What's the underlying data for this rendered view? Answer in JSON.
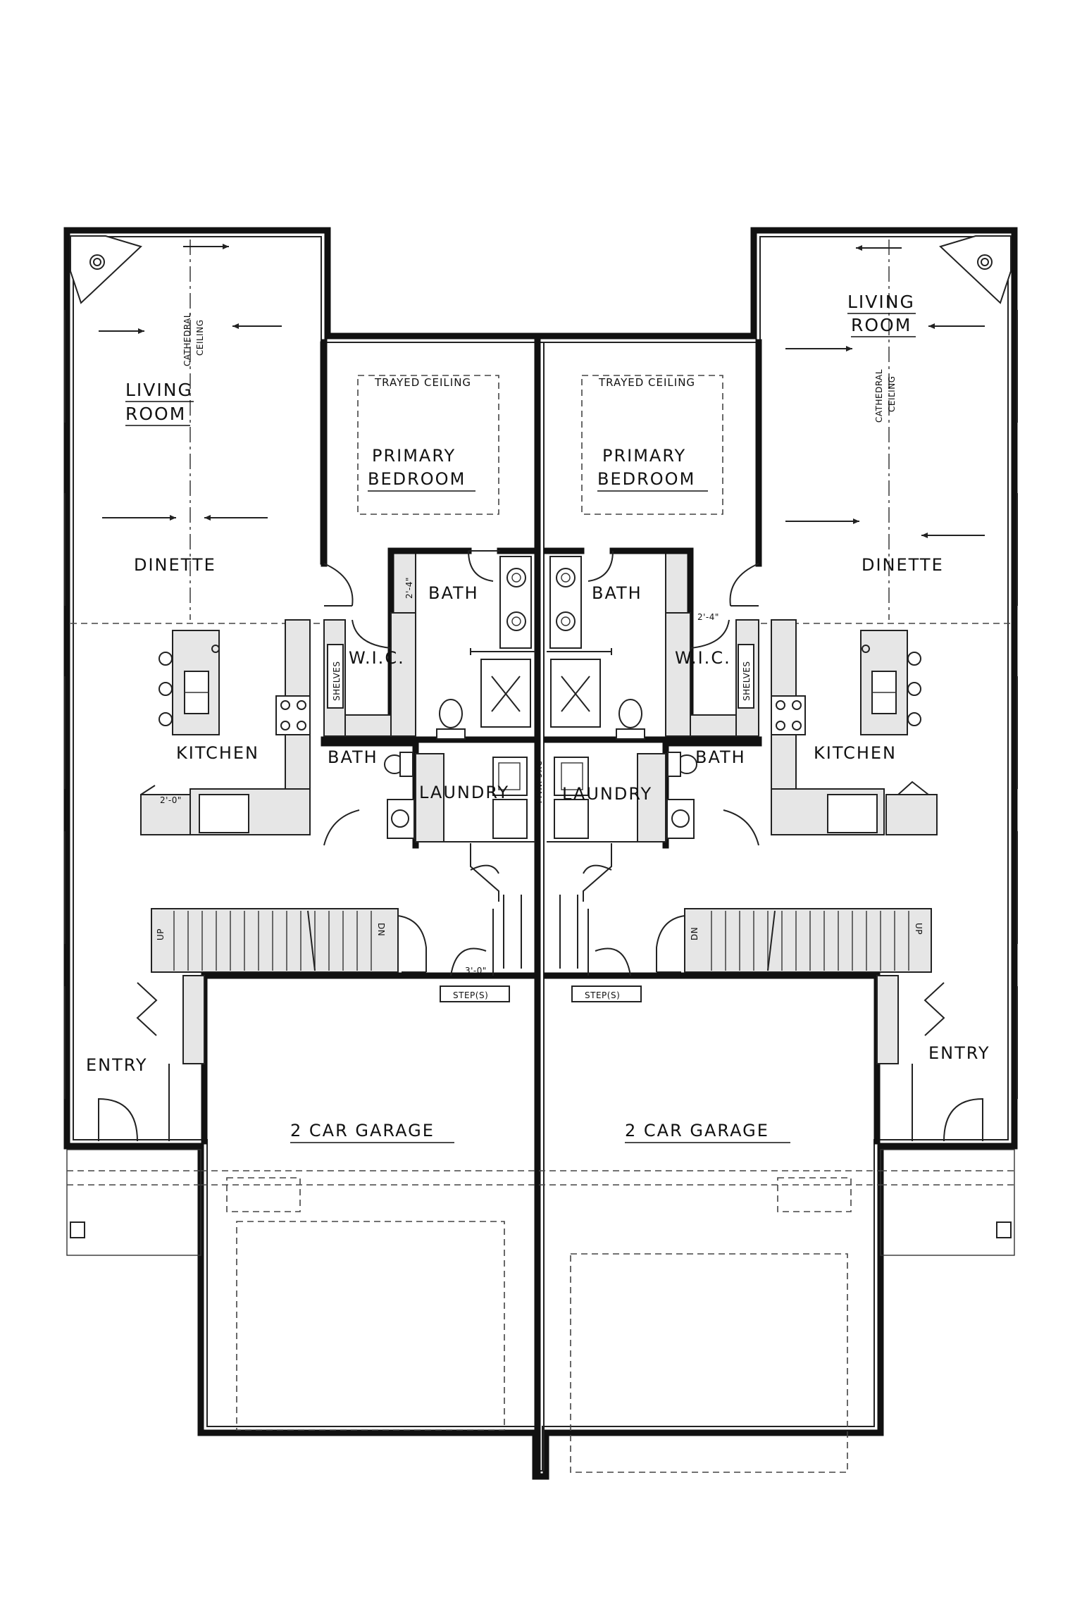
{
  "left_unit": {
    "living_room": [
      "LIVING",
      "ROOM"
    ],
    "cathedral_ceiling": [
      "CATHEDRAL",
      "CEILING"
    ],
    "trayed_ceiling": "TRAYED CEILING",
    "primary_bedroom": [
      "PRIMARY",
      "BEDROOM"
    ],
    "dinette": "DINETTE",
    "bath_upper": "BATH",
    "bath_lower": "BATH",
    "wic": "W.I.C.",
    "shelves": "SHELVES",
    "kitchen": "KITCHEN",
    "laundry": "LAUNDRY",
    "entry": "ENTRY",
    "garage": "2 CAR GARAGE",
    "step": "STEP(S)",
    "dim_pantry": "2'-0\"",
    "dim_bath": "2'-4\"",
    "dim_door": "3'-0\"",
    "stair_up": "UP",
    "stair_dn": "DN"
  },
  "right_unit": {
    "living_room": [
      "LIVING",
      "ROOM"
    ],
    "cathedral_ceiling": [
      "CATHEDRAL",
      "CEILING"
    ],
    "trayed_ceiling": "TRAYED CEILING",
    "primary_bedroom": [
      "PRIMARY",
      "BEDROOM"
    ],
    "dinette": "DINETTE",
    "bath_upper": "BATH",
    "bath_lower": "BATH",
    "wic": "W.I.C.",
    "shelves": "SHELVES",
    "kitchen": "KITCHEN",
    "laundry": "LAUNDRY",
    "entry": "ENTRY",
    "garage": "2 CAR GARAGE",
    "step": "STEP(S)",
    "dim_bath": "2'-4\"",
    "stair_up": "UP",
    "stair_dn": "DN"
  },
  "party_wall": "2X6 WALL"
}
